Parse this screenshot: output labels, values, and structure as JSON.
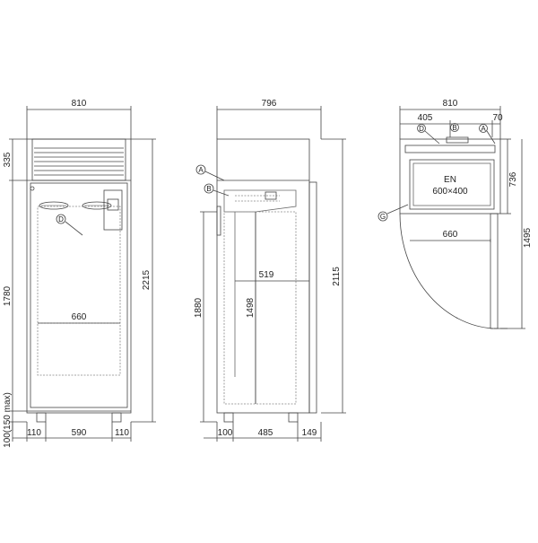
{
  "drawing": {
    "front_view": {
      "width_total": "810",
      "height_top": "335",
      "height_body": "1780",
      "height_total": "2215",
      "feet_height": "100(150 max)",
      "inner_width": "660",
      "bottom_left": "110",
      "bottom_middle": "590",
      "bottom_right": "110",
      "callout_d": "D"
    },
    "side_view": {
      "width_total": "796",
      "inner_depth": "519",
      "inner_height": "1498",
      "height_body": "1880",
      "height_total": "2115",
      "bottom_left": "100",
      "bottom_middle": "485",
      "bottom_right": "149",
      "callout_a": "A",
      "callout_b": "B"
    },
    "top_view": {
      "width_total": "810",
      "left_offset": "405",
      "right_offset": "70",
      "depth": "736",
      "door_swing": "1495",
      "inner_width": "660",
      "tray_standard": "EN",
      "tray_size": "600×400",
      "callout_b": "B",
      "callout_d": "D",
      "callout_a": "A",
      "callout_g": "G"
    }
  },
  "colors": {
    "line": "#444444",
    "light": "#9a9a9a"
  }
}
